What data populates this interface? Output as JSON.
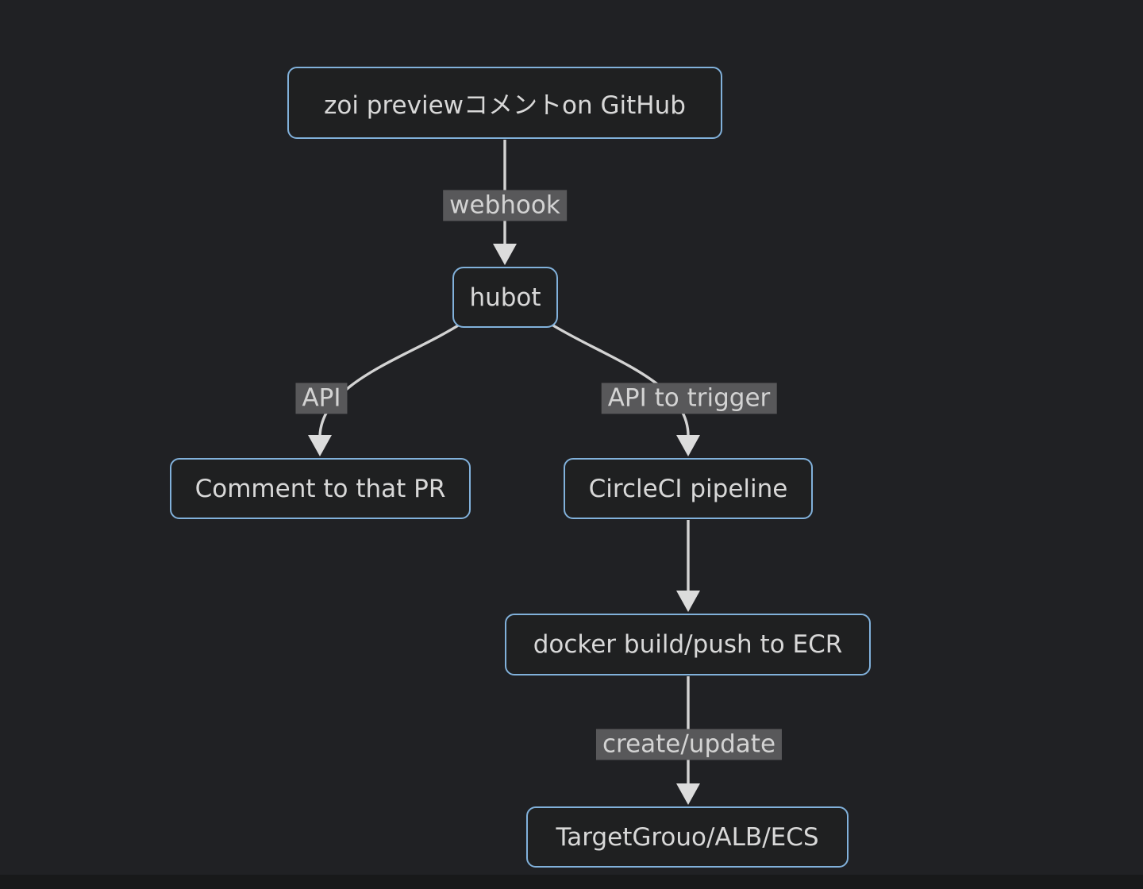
{
  "diagram": {
    "type": "flowchart",
    "direction": "top-down",
    "nodes": [
      {
        "id": "github",
        "label": "zoi previewコメントon GitHub"
      },
      {
        "id": "hubot",
        "label": "hubot"
      },
      {
        "id": "comment-pr",
        "label": "Comment to that PR"
      },
      {
        "id": "circleci",
        "label": "CircleCI pipeline"
      },
      {
        "id": "docker-ecr",
        "label": "docker build/push to ECR"
      },
      {
        "id": "target-group",
        "label": "TargetGrouo/ALB/ECS"
      }
    ],
    "edges": [
      {
        "from": "github",
        "to": "hubot",
        "label": "webhook"
      },
      {
        "from": "hubot",
        "to": "comment-pr",
        "label": "API"
      },
      {
        "from": "hubot",
        "to": "circleci",
        "label": "API to trigger"
      },
      {
        "from": "circleci",
        "to": "docker-ecr",
        "label": ""
      },
      {
        "from": "docker-ecr",
        "to": "target-group",
        "label": "create/update"
      }
    ],
    "colors": {
      "background": "#202124",
      "node_fill": "#1f2021",
      "node_border": "#81b1db",
      "node_text": "#d8d8d8",
      "edge_line": "#d3d3d3",
      "arrowhead": "#dcdcdc",
      "edge_label_bg": "#58585a",
      "edge_label_text": "#d3d3d3"
    }
  }
}
